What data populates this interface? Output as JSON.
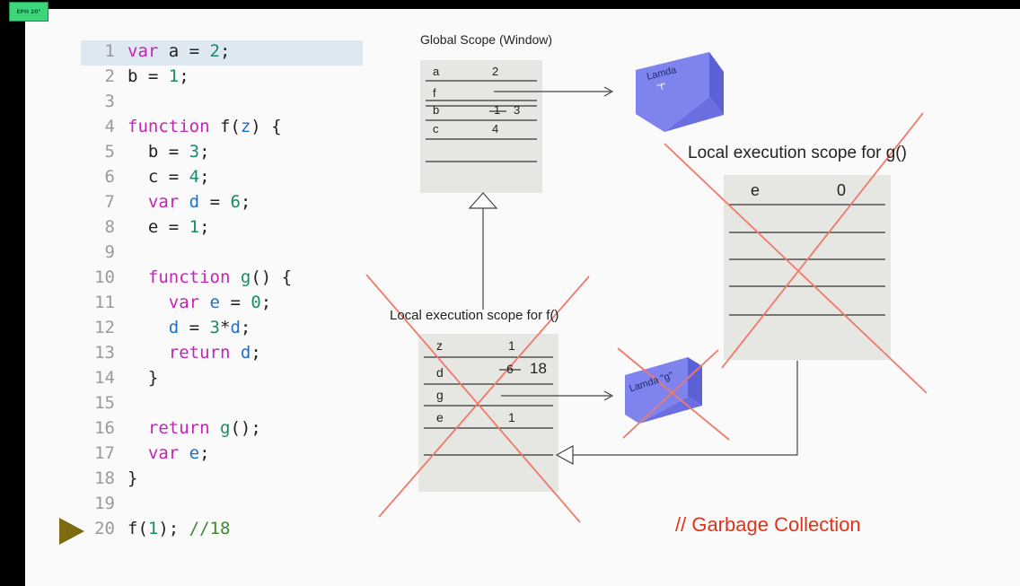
{
  "badge": "EPH 20\"",
  "code_lines": [
    {
      "n": "1",
      "html": "<span class=\"kw\">var</span> a = <span class=\"num\">2</span>;"
    },
    {
      "n": "2",
      "html": "b = <span class=\"num\">1</span>;"
    },
    {
      "n": "3",
      "html": ""
    },
    {
      "n": "4",
      "html": "<span class=\"kw\">function</span> f(<span class=\"id\">z</span>) {"
    },
    {
      "n": "5",
      "html": "  b = <span class=\"num\">3</span>;"
    },
    {
      "n": "6",
      "html": "  c = <span class=\"num\">4</span>;"
    },
    {
      "n": "7",
      "html": "  <span class=\"kw\">var</span> <span class=\"id\">d</span> = <span class=\"num\">6</span>;"
    },
    {
      "n": "8",
      "html": "  e = <span class=\"num\">1</span>;"
    },
    {
      "n": "9",
      "html": ""
    },
    {
      "n": "10",
      "html": "  <span class=\"kw\">function</span> <span class=\"fn\">g</span>() {"
    },
    {
      "n": "11",
      "html": "    <span class=\"kw\">var</span> <span class=\"id\">e</span> = <span class=\"num\">0</span>;"
    },
    {
      "n": "12",
      "html": "    <span class=\"id\">d</span> = <span class=\"num\">3</span>*<span class=\"id\">d</span>;"
    },
    {
      "n": "13",
      "html": "    <span class=\"kw\">return</span> <span class=\"id\">d</span>;"
    },
    {
      "n": "14",
      "html": "  }"
    },
    {
      "n": "15",
      "html": ""
    },
    {
      "n": "16",
      "html": "  <span class=\"kw\">return</span> <span class=\"fn\">g</span>();"
    },
    {
      "n": "17",
      "html": "  <span class=\"kw\">var</span> <span class=\"id\">e</span>;"
    },
    {
      "n": "18",
      "html": "}"
    },
    {
      "n": "19",
      "html": ""
    },
    {
      "n": "20",
      "html": "f(<span class=\"num\">1</span>); <span class=\"cm\">//18</span>"
    }
  ],
  "global_scope": {
    "title": "Global Scope (Window)",
    "rows": [
      {
        "name": "a",
        "value": "2"
      },
      {
        "name": "f",
        "value": ""
      },
      {
        "name": "b",
        "old": "1",
        "value": "3"
      },
      {
        "name": "c",
        "value": "4"
      }
    ]
  },
  "lamda_f": {
    "line1": "Lamda",
    "line2": "\"f\""
  },
  "lamda_g": {
    "text": "Lamda \"g\""
  },
  "scope_g": {
    "title": "Local execution scope for g()",
    "rows": [
      {
        "name": "e",
        "value": "0"
      }
    ]
  },
  "scope_f": {
    "title": "Local execution scope for f()",
    "rows": [
      {
        "name": "z",
        "value": "1"
      },
      {
        "name": "d",
        "old": "6",
        "value": "18"
      },
      {
        "name": "g",
        "value": ""
      },
      {
        "name": "e",
        "value": "1"
      }
    ]
  },
  "gc_label": "// Garbage Collection",
  "colors": {
    "cross": "#f0796a",
    "lamda": "#7f83ee",
    "box": "#e6e6e2",
    "accent": "#e0331a"
  }
}
